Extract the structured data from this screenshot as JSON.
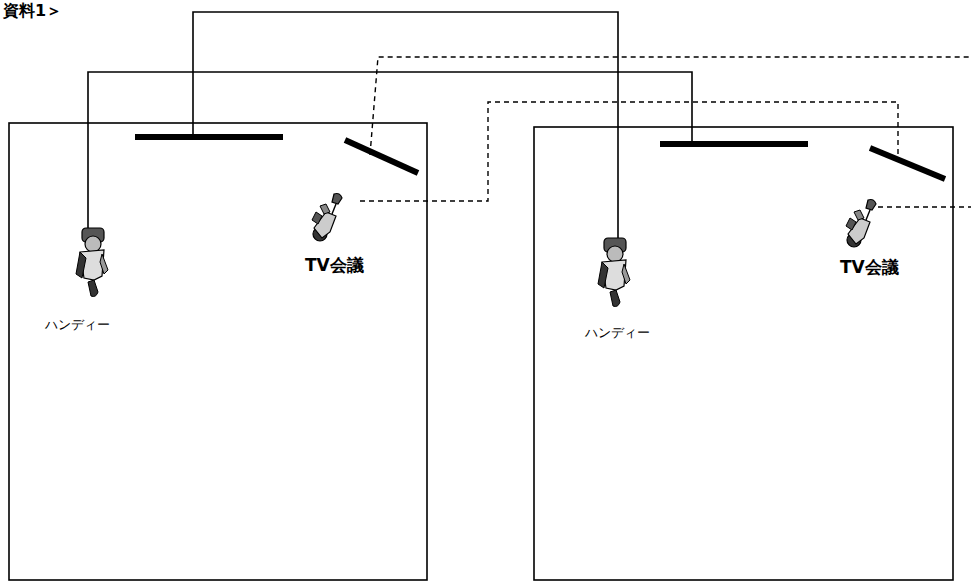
{
  "diagram": {
    "nodes": [
      {
        "text": [
          "ハンディー"
        ]
      },
      {
        "text": [
          "TV会議"
        ]
      },
      {
        "text": [
          "ハンディー"
        ]
      },
      {
        "text": [
          "TV会議"
        ]
      }
    ],
    "labels": [
      "資料1＞"
    ]
  }
}
